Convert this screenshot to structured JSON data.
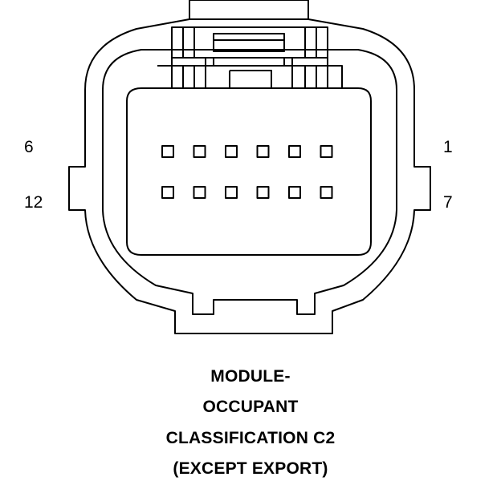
{
  "connector": {
    "pin_labels": {
      "top_left": "6",
      "bottom_left": "12",
      "top_right": "1",
      "bottom_right": "7"
    },
    "rows": 2,
    "pins_per_row": 6
  },
  "caption": {
    "line1": "MODULE-",
    "line2": "OCCUPANT",
    "line3": "CLASSIFICATION C2",
    "line4": "(EXCEPT EXPORT)"
  },
  "colors": {
    "stroke": "#000000",
    "background": "#ffffff"
  }
}
